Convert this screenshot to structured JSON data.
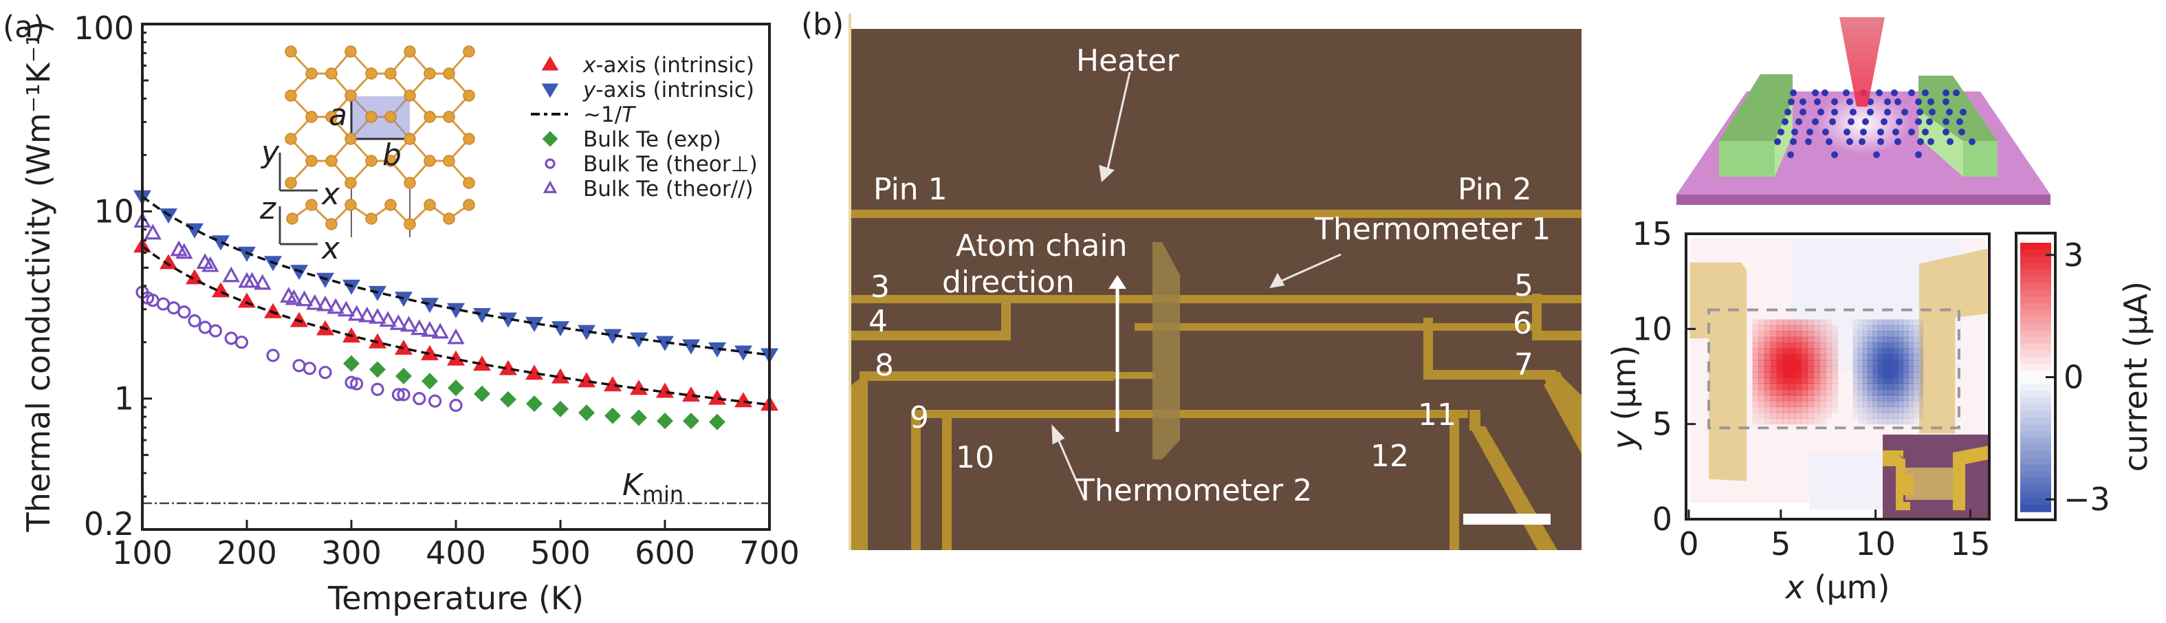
{
  "panel_labels": {
    "a": "(a)",
    "b": "(b)"
  },
  "chart_data": [
    {
      "type": "scatter",
      "id": "thermal-conductivity",
      "xlabel": "Temperature (K)",
      "ylabel": "Thermal conductivity (Wm⁻¹K⁻¹)",
      "xlim": [
        100,
        700
      ],
      "ylim": [
        0.2,
        100
      ],
      "yscale": "log",
      "xticks": [
        100,
        200,
        300,
        400,
        500,
        600,
        700
      ],
      "xtick_labels": [
        "100",
        "200",
        "300",
        "400",
        "500",
        "600",
        "700"
      ],
      "yticks": [
        0.2,
        1,
        10,
        100
      ],
      "ytick_labels": [
        "0.2",
        "1",
        "10",
        "100"
      ],
      "legend_position": "top-right",
      "series": [
        {
          "name": "x-axis (intrinsic)",
          "legend_italic": "x",
          "legend_rest": "-axis (intrinsic)",
          "marker": "triangle-up",
          "color": "#e8202a",
          "x": [
            100,
            125,
            150,
            175,
            200,
            225,
            250,
            275,
            300,
            325,
            350,
            375,
            400,
            425,
            450,
            475,
            500,
            525,
            550,
            575,
            600,
            625,
            650,
            675,
            700
          ],
          "y": [
            6.5,
            5.3,
            4.4,
            3.75,
            3.3,
            2.9,
            2.6,
            2.35,
            2.15,
            2.0,
            1.85,
            1.73,
            1.62,
            1.52,
            1.44,
            1.36,
            1.3,
            1.24,
            1.18,
            1.13,
            1.09,
            1.04,
            1.0,
            0.97,
            0.93
          ]
        },
        {
          "name": "y-axis (intrinsic)",
          "legend_italic": "y",
          "legend_rest": "-axis (intrinsic)",
          "marker": "triangle-down",
          "color": "#3c59b5",
          "x": [
            100,
            125,
            150,
            175,
            200,
            225,
            250,
            275,
            300,
            325,
            350,
            375,
            400,
            425,
            450,
            475,
            500,
            525,
            550,
            575,
            600,
            625,
            650,
            675,
            700
          ],
          "y": [
            12.0,
            9.6,
            8.0,
            6.9,
            6.0,
            5.35,
            4.8,
            4.35,
            4.0,
            3.7,
            3.45,
            3.2,
            3.0,
            2.82,
            2.67,
            2.53,
            2.4,
            2.29,
            2.18,
            2.09,
            2.0,
            1.92,
            1.85,
            1.78,
            1.72
          ]
        },
        {
          "name": "~1/T",
          "legend_italic": "T",
          "legend_rest": "~1/",
          "marker": "dashed-line",
          "color": "#000000",
          "fits": [
            {
              "coef": 650,
              "x_range": [
                100,
                700
              ]
            },
            {
              "coef": 1200,
              "x_range": [
                100,
                700
              ]
            }
          ]
        },
        {
          "name": "Bulk Te (exp)",
          "marker": "diamond",
          "color": "#3a9a3c",
          "x": [
            300,
            325,
            350,
            375,
            400,
            425,
            450,
            475,
            500,
            525,
            550,
            575,
            600,
            625,
            650
          ],
          "y": [
            1.54,
            1.43,
            1.32,
            1.24,
            1.14,
            1.06,
            0.99,
            0.94,
            0.88,
            0.84,
            0.81,
            0.79,
            0.76,
            0.76,
            0.75
          ]
        },
        {
          "name": "Bulk Te (theor⊥)",
          "marker": "circle-open",
          "color": "#7a4fc0",
          "x": [
            100,
            105,
            110,
            120,
            130,
            140,
            150,
            160,
            170,
            185,
            195,
            225,
            250,
            260,
            275,
            300,
            305,
            325,
            345,
            350,
            365,
            380,
            400
          ],
          "y": [
            3.7,
            3.45,
            3.35,
            3.2,
            3.05,
            2.9,
            2.6,
            2.4,
            2.3,
            2.1,
            2.0,
            1.7,
            1.5,
            1.45,
            1.38,
            1.22,
            1.2,
            1.12,
            1.05,
            1.05,
            1.0,
            0.97,
            0.92
          ]
        },
        {
          "name": "Bulk Te (theor//)",
          "marker": "triangle-open",
          "color": "#7a4fc0",
          "x": [
            100,
            110,
            135,
            140,
            160,
            165,
            185,
            200,
            205,
            215,
            240,
            245,
            255,
            265,
            275,
            285,
            295,
            305,
            315,
            325,
            335,
            345,
            355,
            365,
            375,
            385,
            400
          ],
          "y": [
            8.8,
            7.6,
            6.2,
            6.0,
            5.3,
            5.1,
            4.5,
            4.2,
            4.2,
            4.1,
            3.5,
            3.4,
            3.35,
            3.2,
            3.15,
            3.05,
            2.95,
            2.8,
            2.75,
            2.7,
            2.6,
            2.5,
            2.45,
            2.35,
            2.3,
            2.25,
            2.1
          ]
        }
      ],
      "annotations": [
        {
          "text": "K",
          "sub": "min",
          "value": 0.276,
          "line_style": "dash-dot"
        }
      ],
      "inset": {
        "labels": {
          "a": "a",
          "b": "b",
          "y": "y",
          "x": "x",
          "z": "z",
          "x2": "x"
        },
        "atom_color": "#e2a03c",
        "cell_color": "#8c8fd6"
      }
    },
    {
      "type": "heatmap",
      "id": "photocurrent-map",
      "xlabel_italic": "x",
      "xlabel_rest": " (µm)",
      "ylabel_italic": "y",
      "ylabel_rest": " (µm)",
      "xlim": [
        0,
        16
      ],
      "ylim": [
        0,
        15
      ],
      "xticks": [
        0,
        5,
        10,
        15
      ],
      "xtick_labels": [
        "0",
        "5",
        "10",
        "15"
      ],
      "yticks": [
        0,
        5,
        10,
        15
      ],
      "ytick_labels": [
        "0",
        "5",
        "10",
        "15"
      ],
      "colorbar": {
        "label": "current (µA)",
        "min": -3.3,
        "max": 3.3,
        "ticks": [
          3,
          0,
          -3
        ],
        "tick_labels": [
          "3",
          "0",
          "−3"
        ],
        "colors": [
          "#3a55b0",
          "#ffffff",
          "#e8202a"
        ]
      },
      "spots": [
        {
          "sign": "positive",
          "peak": 3.2,
          "center": [
            5.5,
            8.0
          ],
          "extent_x": [
            3.5,
            8.0
          ],
          "extent_y": [
            5.0,
            10.5
          ],
          "color": "#e8202a"
        },
        {
          "sign": "negative",
          "peak": -3.0,
          "center": [
            10.7,
            8.0
          ],
          "extent_x": [
            8.8,
            12.5
          ],
          "extent_y": [
            5.0,
            10.5
          ],
          "color": "#3a55b0"
        }
      ],
      "dashed_region": {
        "x": [
          1.2,
          14.4
        ],
        "y": [
          4.8,
          11.0
        ]
      },
      "electrodes": [
        {
          "x": [
            0.2,
            3.2
          ],
          "y": [
            2.0,
            13.5
          ]
        },
        {
          "x": [
            12.3,
            15.9
          ],
          "y": [
            4.5,
            14.0
          ]
        }
      ]
    }
  ],
  "device_photo": {
    "labels": {
      "heater": "Heater",
      "pin1": "Pin 1",
      "pin2": "Pin 2",
      "thermometer1": "Thermometer 1",
      "thermometer2": "Thermometer 2",
      "atom_chain_1": "Atom chain",
      "atom_chain_2": "direction",
      "pins": [
        "3",
        "4",
        "5",
        "6",
        "7",
        "8",
        "9",
        "10",
        "11",
        "12"
      ]
    },
    "colors": {
      "substrate": "#654b3c",
      "gold": "#b48f2f",
      "flake": "#9a8148"
    }
  },
  "schematic": {
    "colors": {
      "substrate": "#c97bc4",
      "electrode": "#8fcf7a",
      "beam": "#e05a6a",
      "atom": "#2d35b0"
    }
  }
}
